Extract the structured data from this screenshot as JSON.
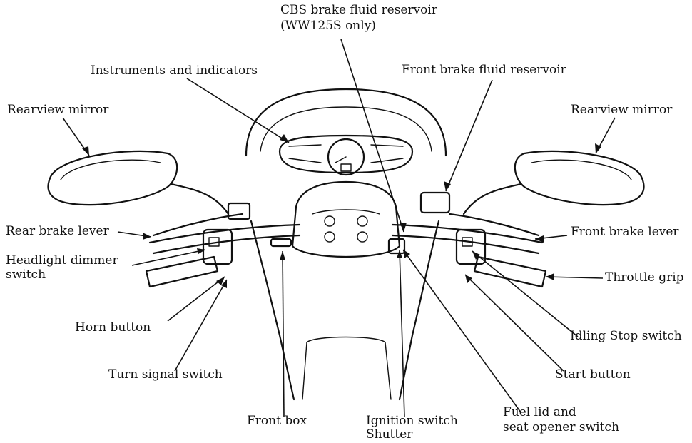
{
  "labels": {
    "cbs_reservoir": "CBS brake fluid reservoir",
    "cbs_reservoir_note": "(WW125S only)",
    "instruments": "Instruments and indicators",
    "front_reservoir": "Front brake fluid reservoir",
    "mirror_left": "Rearview mirror",
    "mirror_right": "Rearview mirror",
    "rear_brake_lever": "Rear brake lever",
    "front_brake_lever": "Front brake lever",
    "headlight_dimmer_1": "Headlight dimmer",
    "headlight_dimmer_2": "switch",
    "throttle_grip": "Throttle grip",
    "horn_button": "Horn button",
    "idling_stop_switch": "Idling Stop switch",
    "turn_signal_switch": "Turn signal switch",
    "start_button": "Start button",
    "front_box": "Front box",
    "ignition_switch": "Ignition switch",
    "shutter": "Shutter",
    "fuel_lid_1": "Fuel lid and",
    "fuel_lid_2": "seat opener switch"
  }
}
